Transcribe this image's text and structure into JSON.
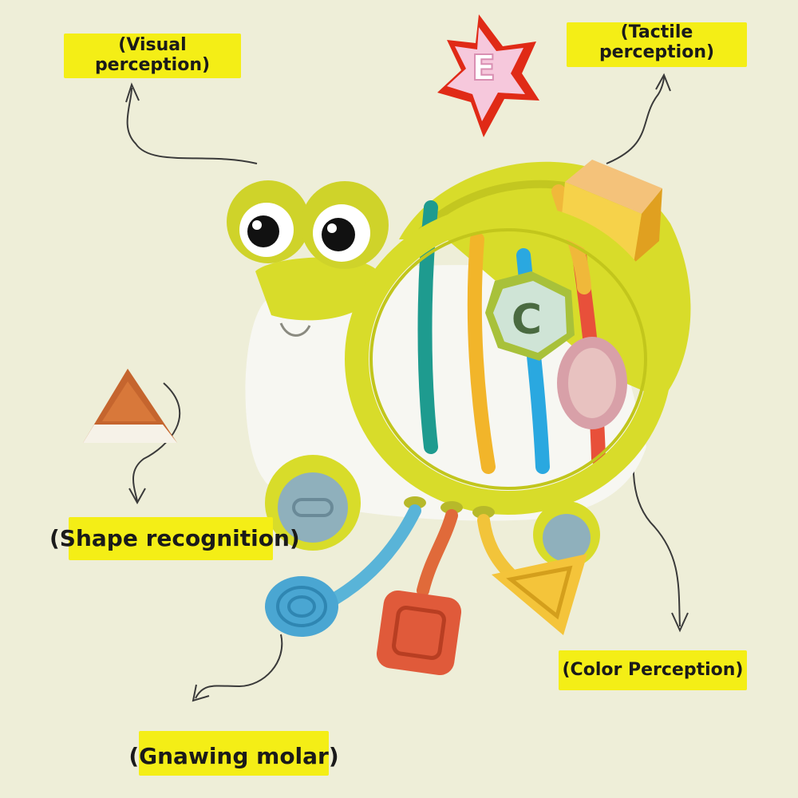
{
  "labels": {
    "visual": [
      "(Visual",
      "perception)"
    ],
    "tactile": [
      "(Tactile",
      "perception)"
    ],
    "shape": "(Shape recognition)",
    "color": "(Color Perception)",
    "gnawing": "(Gnawing molar)"
  },
  "colors": {
    "background": "#eeeed8",
    "label_fill": "#f4ee16",
    "toy_yellow": "#d8dc2a",
    "toy_white": "#f7f7f2"
  },
  "toy_letters": {
    "star_block": "E",
    "hexagon_block": "C"
  }
}
